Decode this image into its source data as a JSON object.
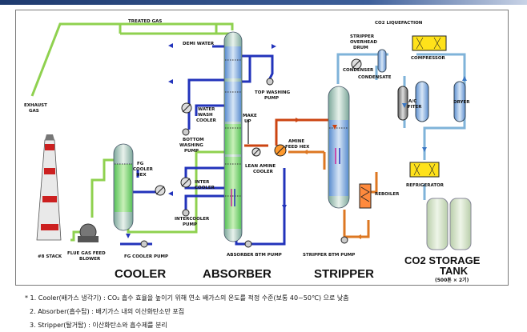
{
  "labels": {
    "treated_gas": "TREATED GAS",
    "exhaust_gas_line1": "EXHAUST",
    "exhaust_gas_line2": "GAS",
    "demi_water": "DEMI WATER",
    "co2_liquefaction": "CO2 LIQUEFACTION",
    "stripper_overhead_drum_line1": "STRIPPER",
    "stripper_overhead_drum_line2": "OVERHEAD",
    "stripper_overhead_drum_line3": "DRUM",
    "compressor": "COMPRESSOR",
    "condenser": "CONDENSER",
    "condensate": "CONDENSATE",
    "top_washing_pump_line1": "TOP WASHING",
    "top_washing_pump_line2": "PUMP",
    "water_wash_cooler_line1": "WATER",
    "water_wash_cooler_line2": "WASH",
    "water_wash_cooler_line3": "COOLER",
    "make_up_line1": "MAKE",
    "make_up_line2": "UP",
    "bottom_washing_pump_line1": "BOTTOM",
    "bottom_washing_pump_line2": "WASHING",
    "bottom_washing_pump_line3": "PUMP",
    "amine_feed_hex_line1": "AMINE",
    "amine_feed_hex_line2": "FEED HEX",
    "lean_amine_cooler_line1": "LEAN AMINE",
    "lean_amine_cooler_line2": "COOLER",
    "ac_filter_line1": "A/C",
    "ac_filter_line2": "FITER",
    "dryer": "DRYER",
    "fg_cooler_hex_line1": "FG",
    "fg_cooler_hex_line2": "COOLER",
    "fg_cooler_hex_line3": "HEX",
    "inter_cooler_line1": "INTER",
    "inter_cooler_line2": "COOLER",
    "intercooler_pump_line1": "INTERCOOLER",
    "intercooler_pump_line2": "PUMP",
    "reboiler": "REBOILER",
    "refrigerator": "REFRIGERATOR",
    "stack": "#8 STACK",
    "flue_gas_feed_blower_line1": "FLUE GAS FEED",
    "flue_gas_feed_blower_line2": "BLOWER",
    "fg_cooler_pump": "FG COOLER PUMP",
    "absorber_btm_pump": "ABSORBER BTM PUMP",
    "stripper_btm_pump": "STRIPPER BTM PUMP",
    "storage_tank_line1": "CO2  STORAGE",
    "storage_tank_line2": "TANK",
    "storage_tank_capacity": "(500톤 × 2기)"
  },
  "sections": {
    "cooler": "COOLER",
    "absorber": "ABSORBER",
    "stripper": "STRIPPER"
  },
  "notes": [
    {
      "marker": "*",
      "number": "1.",
      "term": "Cooler(배가스 냉각기)",
      "text": " : CO₂ 흡수 효율을 높이기 위해 연소 배가스의 온도를 적정 수준(보통 40~50℃) 으로 낮춤"
    },
    {
      "number": "2.",
      "term": "Absorber(흡수탑)",
      "text": " : 배기가스 내의 이산화탄소만 포집"
    },
    {
      "number": "3.",
      "term": "Stripper(탈거탑)",
      "text": " : 이산화탄소와 흡수제를 분리"
    }
  ],
  "colors": {
    "flue_gas_line": "#8fd14f",
    "water_line": "#2233bb",
    "rich_amine_line": "#cc4411",
    "co2_line": "#7fb3d9",
    "compressor_fill": "#ffe21a",
    "tank_fill": "#d8e6cf"
  }
}
